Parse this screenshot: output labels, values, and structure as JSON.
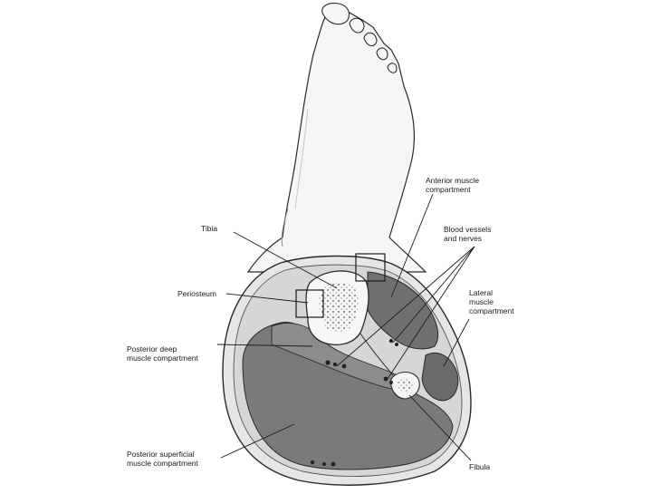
{
  "labels": {
    "anterior": "Anterior muscle\ncompartment",
    "blood": "Blood vessels\nand nerves",
    "tibia": "Tibia",
    "periosteum": "Periosteum",
    "lateral": "Lateral\nmuscle\ncompartment",
    "posterior_deep": "Posterior deep\nmuscle compartment",
    "posterior_superficial": "Posterior superficial\nmuscle compartment",
    "fibula": "Fibula"
  },
  "colors": {
    "outline": "#2a2a2a",
    "skin": "#f4f4f4",
    "fat": "#d9d9d9",
    "muscle_dark": "#6f6f6f",
    "muscle_mid": "#8a8a8a",
    "bone": "#f7f7f7"
  }
}
